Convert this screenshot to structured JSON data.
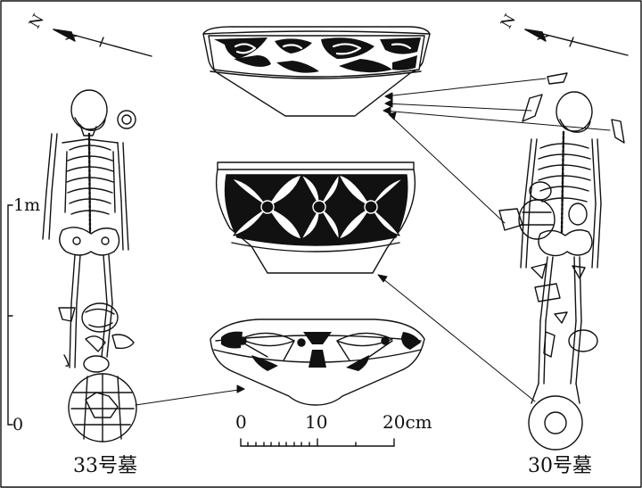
{
  "figure": {
    "north_left": "N",
    "north_right": "N",
    "body_scale_top": "1m",
    "body_scale_bottom": "0",
    "vessel_scale": {
      "zero": "0",
      "ten": "10",
      "twenty": "20cm"
    },
    "tomb_left": "33号墓",
    "tomb_right": "30号墓"
  },
  "style": {
    "ink": "#111111",
    "paper": "#ffffff"
  }
}
